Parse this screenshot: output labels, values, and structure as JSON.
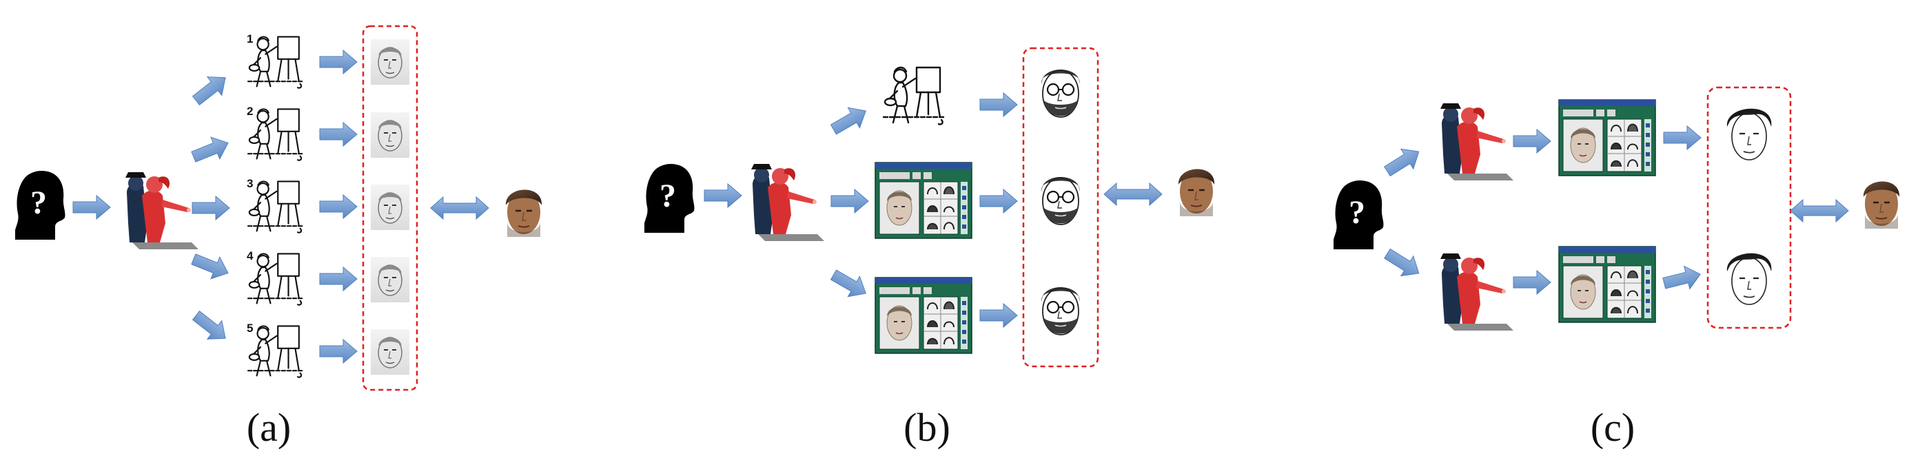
{
  "panels": [
    {
      "id": "a",
      "label": "(a)",
      "sketch_count": 5,
      "sketch_numbers": [
        "1",
        "2",
        "3",
        "4",
        "5"
      ]
    },
    {
      "id": "b",
      "label": "(b)"
    },
    {
      "id": "c",
      "label": "(c)"
    }
  ],
  "glyphs": {
    "unknown_person": "?"
  },
  "colors": {
    "arrow_fill": "#7fa6d6",
    "arrow_shade": "#4f7fbf",
    "dashed_box": "#e02020",
    "silhouette": "#000000",
    "witness_red": "#d83030",
    "witness_dark": "#1c2f4a",
    "software_window": "#1f6b4d"
  },
  "icons": [
    "question-head-icon",
    "witness-icon",
    "artist-easel-icon",
    "composite-software-icon",
    "face-sketch-icon",
    "face-photo-icon",
    "double-arrow-icon"
  ]
}
